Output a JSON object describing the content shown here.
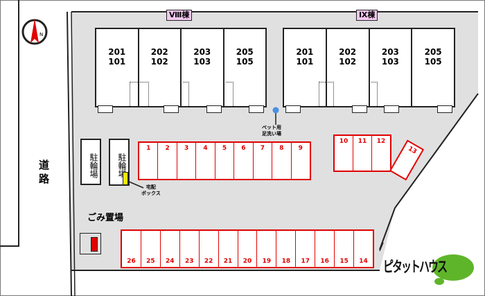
{
  "road_label": "道路",
  "compass_label": "N",
  "buildings": [
    {
      "label": "Ⅷ棟",
      "units": [
        [
          "201",
          "101"
        ],
        [
          "202",
          "102"
        ],
        [
          "203",
          "103"
        ],
        [
          "205",
          "105"
        ]
      ]
    },
    {
      "label": "Ⅸ棟",
      "units": [
        [
          "201",
          "101"
        ],
        [
          "202",
          "102"
        ],
        [
          "203",
          "103"
        ],
        [
          "205",
          "105"
        ]
      ]
    }
  ],
  "bike_parking": [
    "駐輪場",
    "駐輪場"
  ],
  "delivery_box_label": [
    "宅配",
    "ボックス"
  ],
  "pet_wash_label": [
    "ペット用",
    "足洗い場"
  ],
  "garbage_label": "ごみ置場",
  "parking_row1": [
    "1",
    "2",
    "3",
    "4",
    "5",
    "6",
    "7",
    "8",
    "9"
  ],
  "parking_row2": [
    "10",
    "11",
    "12"
  ],
  "parking_angled": "13",
  "parking_row3": [
    "26",
    "25",
    "24",
    "23",
    "22",
    "21",
    "20",
    "19",
    "18",
    "17",
    "16",
    "15",
    "14"
  ],
  "logo_text": "ピタットハウス",
  "colors": {
    "lot": "#e0e0e0",
    "parking": "#e00000",
    "tag": "#f3c8f0",
    "logo_green": "#5fb52a",
    "pet_dot": "#4a90e2"
  }
}
